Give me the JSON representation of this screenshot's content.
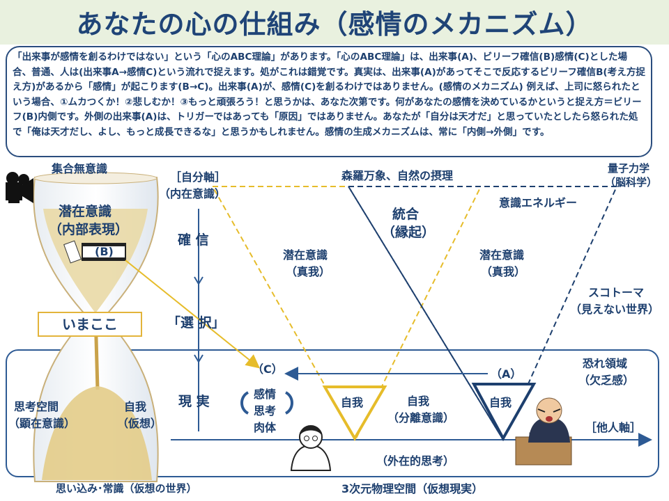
{
  "title": "あなたの心の仕組み（感情のメカニズム）",
  "intro_text": "「出来事が感情を創るわけではない」という「心のABC理論」があります。「心のABC理論」は、出来事(A)、ビリーフ確信(B)感情(C)とした場合、普通、人は(出来事A→感情C)という流れで捉えます。処がこれは錯覚です。真実は、出来事(A)があってそこで反応するビリーフ確信B(考え方捉え方)があるから「感情」が起こります(B→C)。出来事(A)が、感情(C)を創るわけではありません。(感情のメカニズム) 例えば、上司に怒られたという場合、①ムカつくか！②悲しむか！③もっと頑張ろう！と思うかは、あなた次第です。何があなたの感情を決めているかというと捉え方＝ビリーフ(B)内側です。外側の出来事(A)は、トリガーではあっても「原因」ではありません。あなたが「自分は天才だ」と思っていたとしたら怒られた処で「俺は天才だし、よし、もっと成長できるな」と思うかもしれません。感情の生成メカニズムは、常に「内側→外側」です。",
  "labels": {
    "collective_unconscious": "集合無意識",
    "self_axis": "［自分軸］",
    "inner_consciousness": "（内在意識）",
    "cosmos": "森羅万象、自然の摂理",
    "quantum_1": "量子力学",
    "quantum_2": "（脳科学）",
    "subconscious_1": "潜在意識",
    "subconscious_2": "（内部表現）",
    "conviction": "確 信",
    "choice": "「選 択」",
    "reality": "現 実",
    "imakoko": "いまここ",
    "b_mark": "(B)",
    "c_mark": "（C）",
    "a_mark": "（A）",
    "latent_left_1": "潜在意識",
    "latent_left_2": "（真我）",
    "integration_1": "統合",
    "integration_2": "（縁起）",
    "consciousness_energy": "意識エネルギー",
    "latent_right_1": "潜在意識",
    "latent_right_2": "（真我）",
    "scotoma_1": "スコトーマ",
    "scotoma_2": "（見えない世界）",
    "fear_1": "恐れ領域",
    "fear_2": "（欠乏感）",
    "emotion": "感情",
    "thought": "思考",
    "body": "肉体",
    "ego_yellow": "自我",
    "ego_middle_1": "自我",
    "ego_middle_2": "（分離意識）",
    "ego_navy": "自我",
    "other_axis": "［他人軸］",
    "thinking_space_1": "思考空間",
    "thinking_space_2": "（顕在意識）",
    "ego_left_1": "自我",
    "ego_left_2": "（仮想）",
    "external_thinking": "（外在的思考）",
    "assumptions": "思い込み･常識（仮想の世界）",
    "physical_space": "3次元物理空間（仮想現実）"
  },
  "colors": {
    "navy": "#1d3f6e",
    "gold": "#e6bc2a",
    "title_bg": "#e9f1df",
    "frame_blue": "#2d5a94",
    "sand": "#c9a24a"
  },
  "icons": [
    "video-camera-icon",
    "hourglass-icon",
    "film-strip-icon",
    "woman-avatar-icon",
    "angry-boss-icon"
  ]
}
